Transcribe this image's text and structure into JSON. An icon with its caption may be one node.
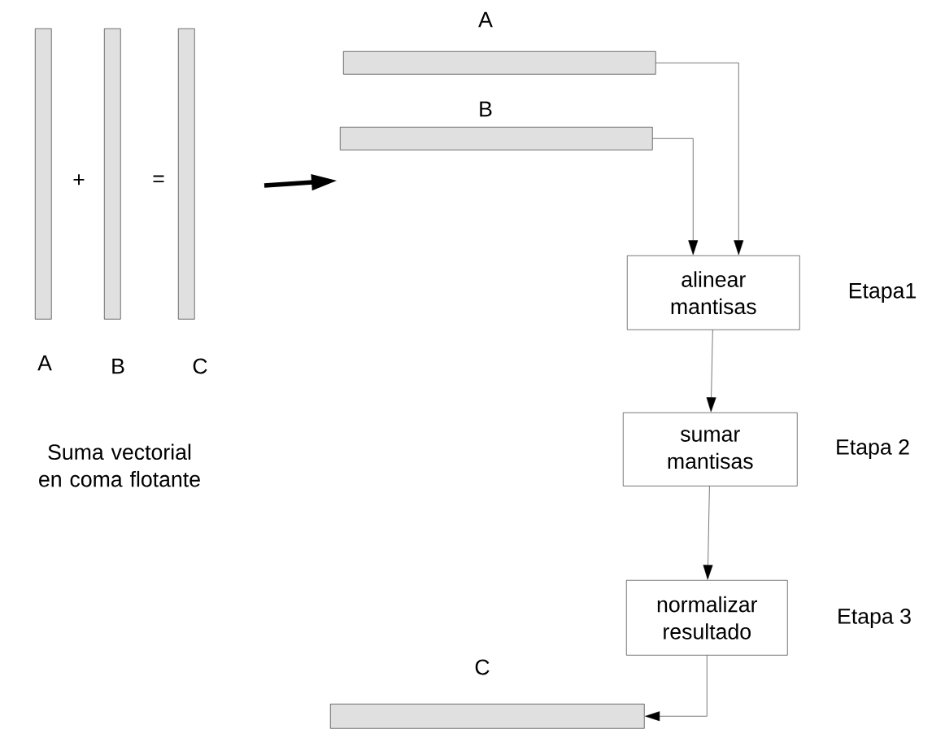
{
  "diagram": {
    "nodes": [
      {
        "text": [],
        "shape": "bar",
        "beside": [
          "A"
        ]
      },
      {
        "text": [],
        "shape": "bar",
        "beside": [
          "B"
        ]
      },
      {
        "text": [],
        "shape": "bar",
        "beside": [
          "C"
        ]
      },
      {
        "text": [],
        "shape": "bar",
        "beside": [
          "A"
        ]
      },
      {
        "text": [],
        "shape": "bar",
        "beside": [
          "B"
        ]
      },
      {
        "text": [
          "alinear mantisas"
        ],
        "beside": [
          "Etapa1"
        ]
      },
      {
        "text": [
          "sumar mantisas"
        ],
        "beside": [
          "Etapa 2"
        ]
      },
      {
        "text": [
          "normalizar resultado"
        ],
        "beside": [
          "Etapa 3"
        ]
      },
      {
        "text": [],
        "shape": "bar",
        "beside": [
          "C"
        ]
      }
    ],
    "edges": [
      {
        "from": 3,
        "to": 5,
        "arrow": "to"
      },
      {
        "from": 4,
        "to": 5,
        "arrow": "to"
      },
      {
        "from": 5,
        "to": 6,
        "arrow": "to"
      },
      {
        "from": 6,
        "to": 7,
        "arrow": "to"
      },
      {
        "from": 7,
        "to": 8,
        "arrow": "to"
      }
    ],
    "labels": [
      "+",
      "=",
      "Suma vectorial en coma flotante"
    ]
  }
}
